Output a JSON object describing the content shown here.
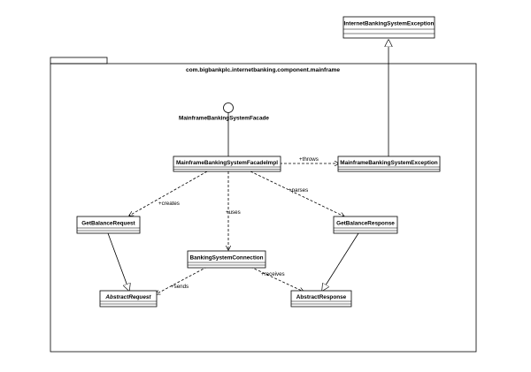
{
  "package": {
    "name": "com.bigbankplc.internetbanking.component.mainframe"
  },
  "interface": {
    "name": "MainframeBankingSystemFacade"
  },
  "classes": {
    "external_exception": "InternetBankingSystemException",
    "facade_impl": "MainframeBankingSystemFacadeImpl",
    "exception": "MainframeBankingSystemException",
    "get_balance_request": "GetBalanceRequest",
    "get_balance_response": "GetBalanceResponse",
    "connection": "BankingSystemConnection",
    "abstract_request": "AbstractRequest",
    "abstract_response": "AbstractResponse"
  },
  "relations": {
    "throws": "+throws",
    "creates": "+creates",
    "uses": "+uses",
    "parses": "+parses",
    "sends": "+sends",
    "receives": "+receives"
  }
}
